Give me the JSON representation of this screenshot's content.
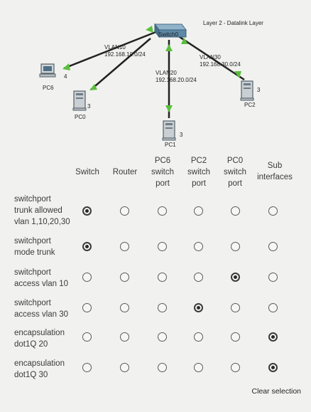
{
  "topology": {
    "switch_label": "Switch0",
    "layer_label": "Layer 2 - Datalink Layer",
    "vlan10": {
      "name": "VLAN10",
      "subnet": "192.168.10.0/24"
    },
    "vlan20": {
      "name": "VLAN20",
      "subnet": "192.168.20.0/24"
    },
    "vlan30": {
      "name": "VLAN30",
      "subnet": "192.168.30.0/24"
    },
    "pc6": {
      "name": "PC6",
      "port": "4"
    },
    "pc0": {
      "name": "PC0",
      "port": "3"
    },
    "pc1": {
      "name": "PC1",
      "port": "3"
    },
    "pc2": {
      "name": "PC2",
      "port": "3"
    }
  },
  "matrix": {
    "columns": [
      {
        "id": "switch",
        "lines": [
          "Switch"
        ]
      },
      {
        "id": "router",
        "lines": [
          "Router"
        ]
      },
      {
        "id": "pc6",
        "lines": [
          "PC6",
          "switch",
          "port"
        ]
      },
      {
        "id": "pc2",
        "lines": [
          "PC2",
          "switch",
          "port"
        ]
      },
      {
        "id": "pc0",
        "lines": [
          "PC0",
          "switch",
          "port"
        ]
      },
      {
        "id": "sub",
        "lines": [
          "Sub",
          "interfaces"
        ]
      }
    ],
    "rows": [
      {
        "lines": [
          "switchport",
          "trunk allowed",
          "vlan 1,10,20,30"
        ],
        "selected": 0
      },
      {
        "lines": [
          "switchport",
          "mode trunk"
        ],
        "selected": 0
      },
      {
        "lines": [
          "switchport",
          "access vlan 10"
        ],
        "selected": 4
      },
      {
        "lines": [
          "switchport",
          "access vlan 30"
        ],
        "selected": 3
      },
      {
        "lines": [
          "encapsulation",
          "dot1Q 20"
        ],
        "selected": 5
      },
      {
        "lines": [
          "encapsulation",
          "dot1Q 30"
        ],
        "selected": 5
      }
    ]
  },
  "clear_label": "Clear selection"
}
